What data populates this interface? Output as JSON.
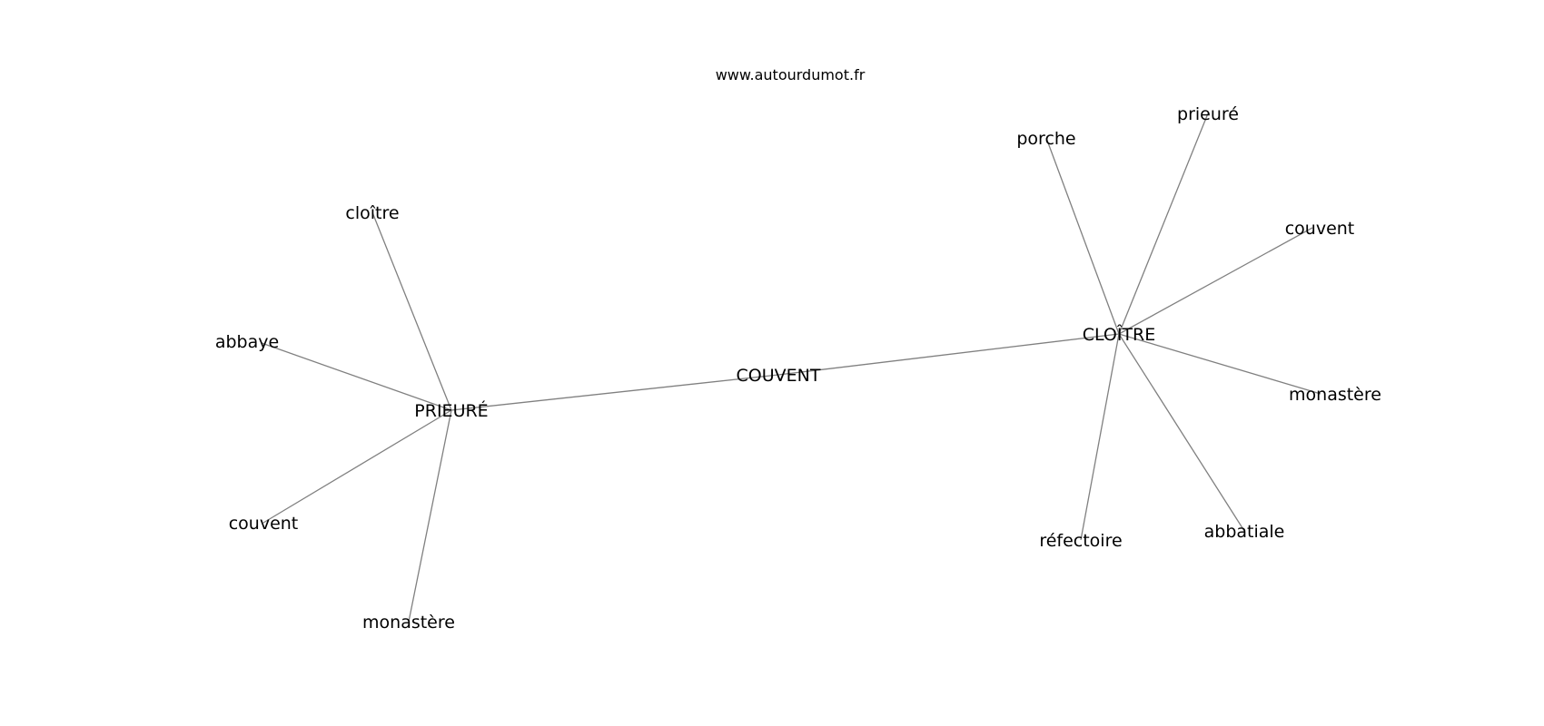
{
  "site": "www.autourdumot.fr",
  "nodes": [
    {
      "id": "couvent_center",
      "label": "COUVENT"
    },
    {
      "id": "prieure_hub",
      "label": "PRIEURÉ"
    },
    {
      "id": "cloitre_hub",
      "label": "CLOÎTRE"
    },
    {
      "id": "p_cloitre",
      "label": "cloître"
    },
    {
      "id": "p_abbaye",
      "label": "abbaye"
    },
    {
      "id": "p_couvent",
      "label": "couvent"
    },
    {
      "id": "p_monastere",
      "label": "monastère"
    },
    {
      "id": "c_porche",
      "label": "porche"
    },
    {
      "id": "c_prieure",
      "label": "prieuré"
    },
    {
      "id": "c_couvent",
      "label": "couvent"
    },
    {
      "id": "c_monastere",
      "label": "monastère"
    },
    {
      "id": "c_abbatiale",
      "label": "abbatiale"
    },
    {
      "id": "c_refectoire",
      "label": "réfectoire"
    }
  ],
  "edges": [
    [
      "prieure_hub",
      "couvent_center"
    ],
    [
      "couvent_center",
      "cloitre_hub"
    ],
    [
      "prieure_hub",
      "p_cloitre"
    ],
    [
      "prieure_hub",
      "p_abbaye"
    ],
    [
      "prieure_hub",
      "p_couvent"
    ],
    [
      "prieure_hub",
      "p_monastere"
    ],
    [
      "cloitre_hub",
      "c_porche"
    ],
    [
      "cloitre_hub",
      "c_prieure"
    ],
    [
      "cloitre_hub",
      "c_couvent"
    ],
    [
      "cloitre_hub",
      "c_monastere"
    ],
    [
      "cloitre_hub",
      "c_abbatiale"
    ],
    [
      "cloitre_hub",
      "c_refectoire"
    ]
  ],
  "colors": {
    "edge": "#808080",
    "text": "#000000",
    "background": "#ffffff"
  }
}
